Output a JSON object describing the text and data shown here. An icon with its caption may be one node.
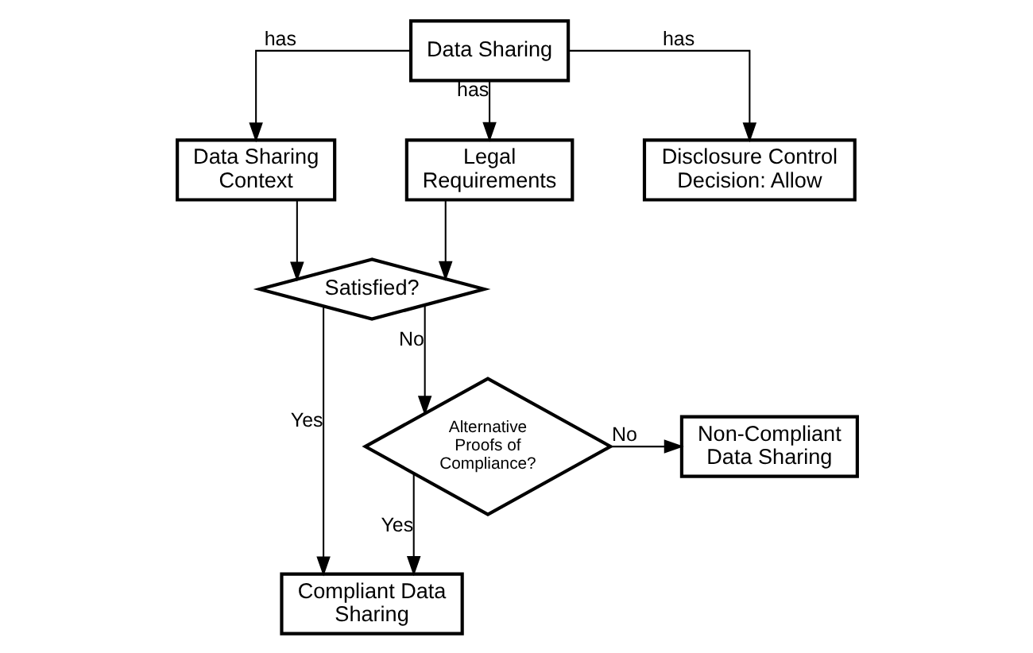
{
  "diagram": {
    "nodes": [
      {
        "text": [
          "Data Sharing"
        ]
      },
      {
        "text": [
          "Data Sharing Context"
        ]
      },
      {
        "text": [
          "Legal Requirements"
        ]
      },
      {
        "text": [
          "Disclosure Control Decision: Allow"
        ]
      },
      {
        "text": [
          "Satisfied?"
        ]
      },
      {
        "text": [
          "Compliant Data Sharing"
        ]
      },
      {
        "text": [
          "Alternative Proofs of Compliance?"
        ]
      },
      {
        "text": [
          "Non-Compliant Data Sharing"
        ]
      }
    ],
    "edges": [
      {
        "from": 0,
        "to": 1,
        "arrow": "to",
        "label": "has"
      },
      {
        "from": 0,
        "to": 2,
        "arrow": "to",
        "label": "has"
      },
      {
        "from": 0,
        "to": 3,
        "arrow": "to",
        "label": "has"
      },
      {
        "from": 1,
        "to": 4,
        "arrow": "to"
      },
      {
        "from": 2,
        "to": 4,
        "arrow": "to"
      },
      {
        "from": 4,
        "to": 5,
        "arrow": "to",
        "label": "Yes"
      },
      {
        "from": 4,
        "to": 6,
        "arrow": "to",
        "label": "No"
      },
      {
        "from": 6,
        "to": 7,
        "arrow": "to",
        "label": "No"
      },
      {
        "from": 6,
        "to": 5,
        "arrow": "to",
        "label": "Yes"
      }
    ]
  }
}
